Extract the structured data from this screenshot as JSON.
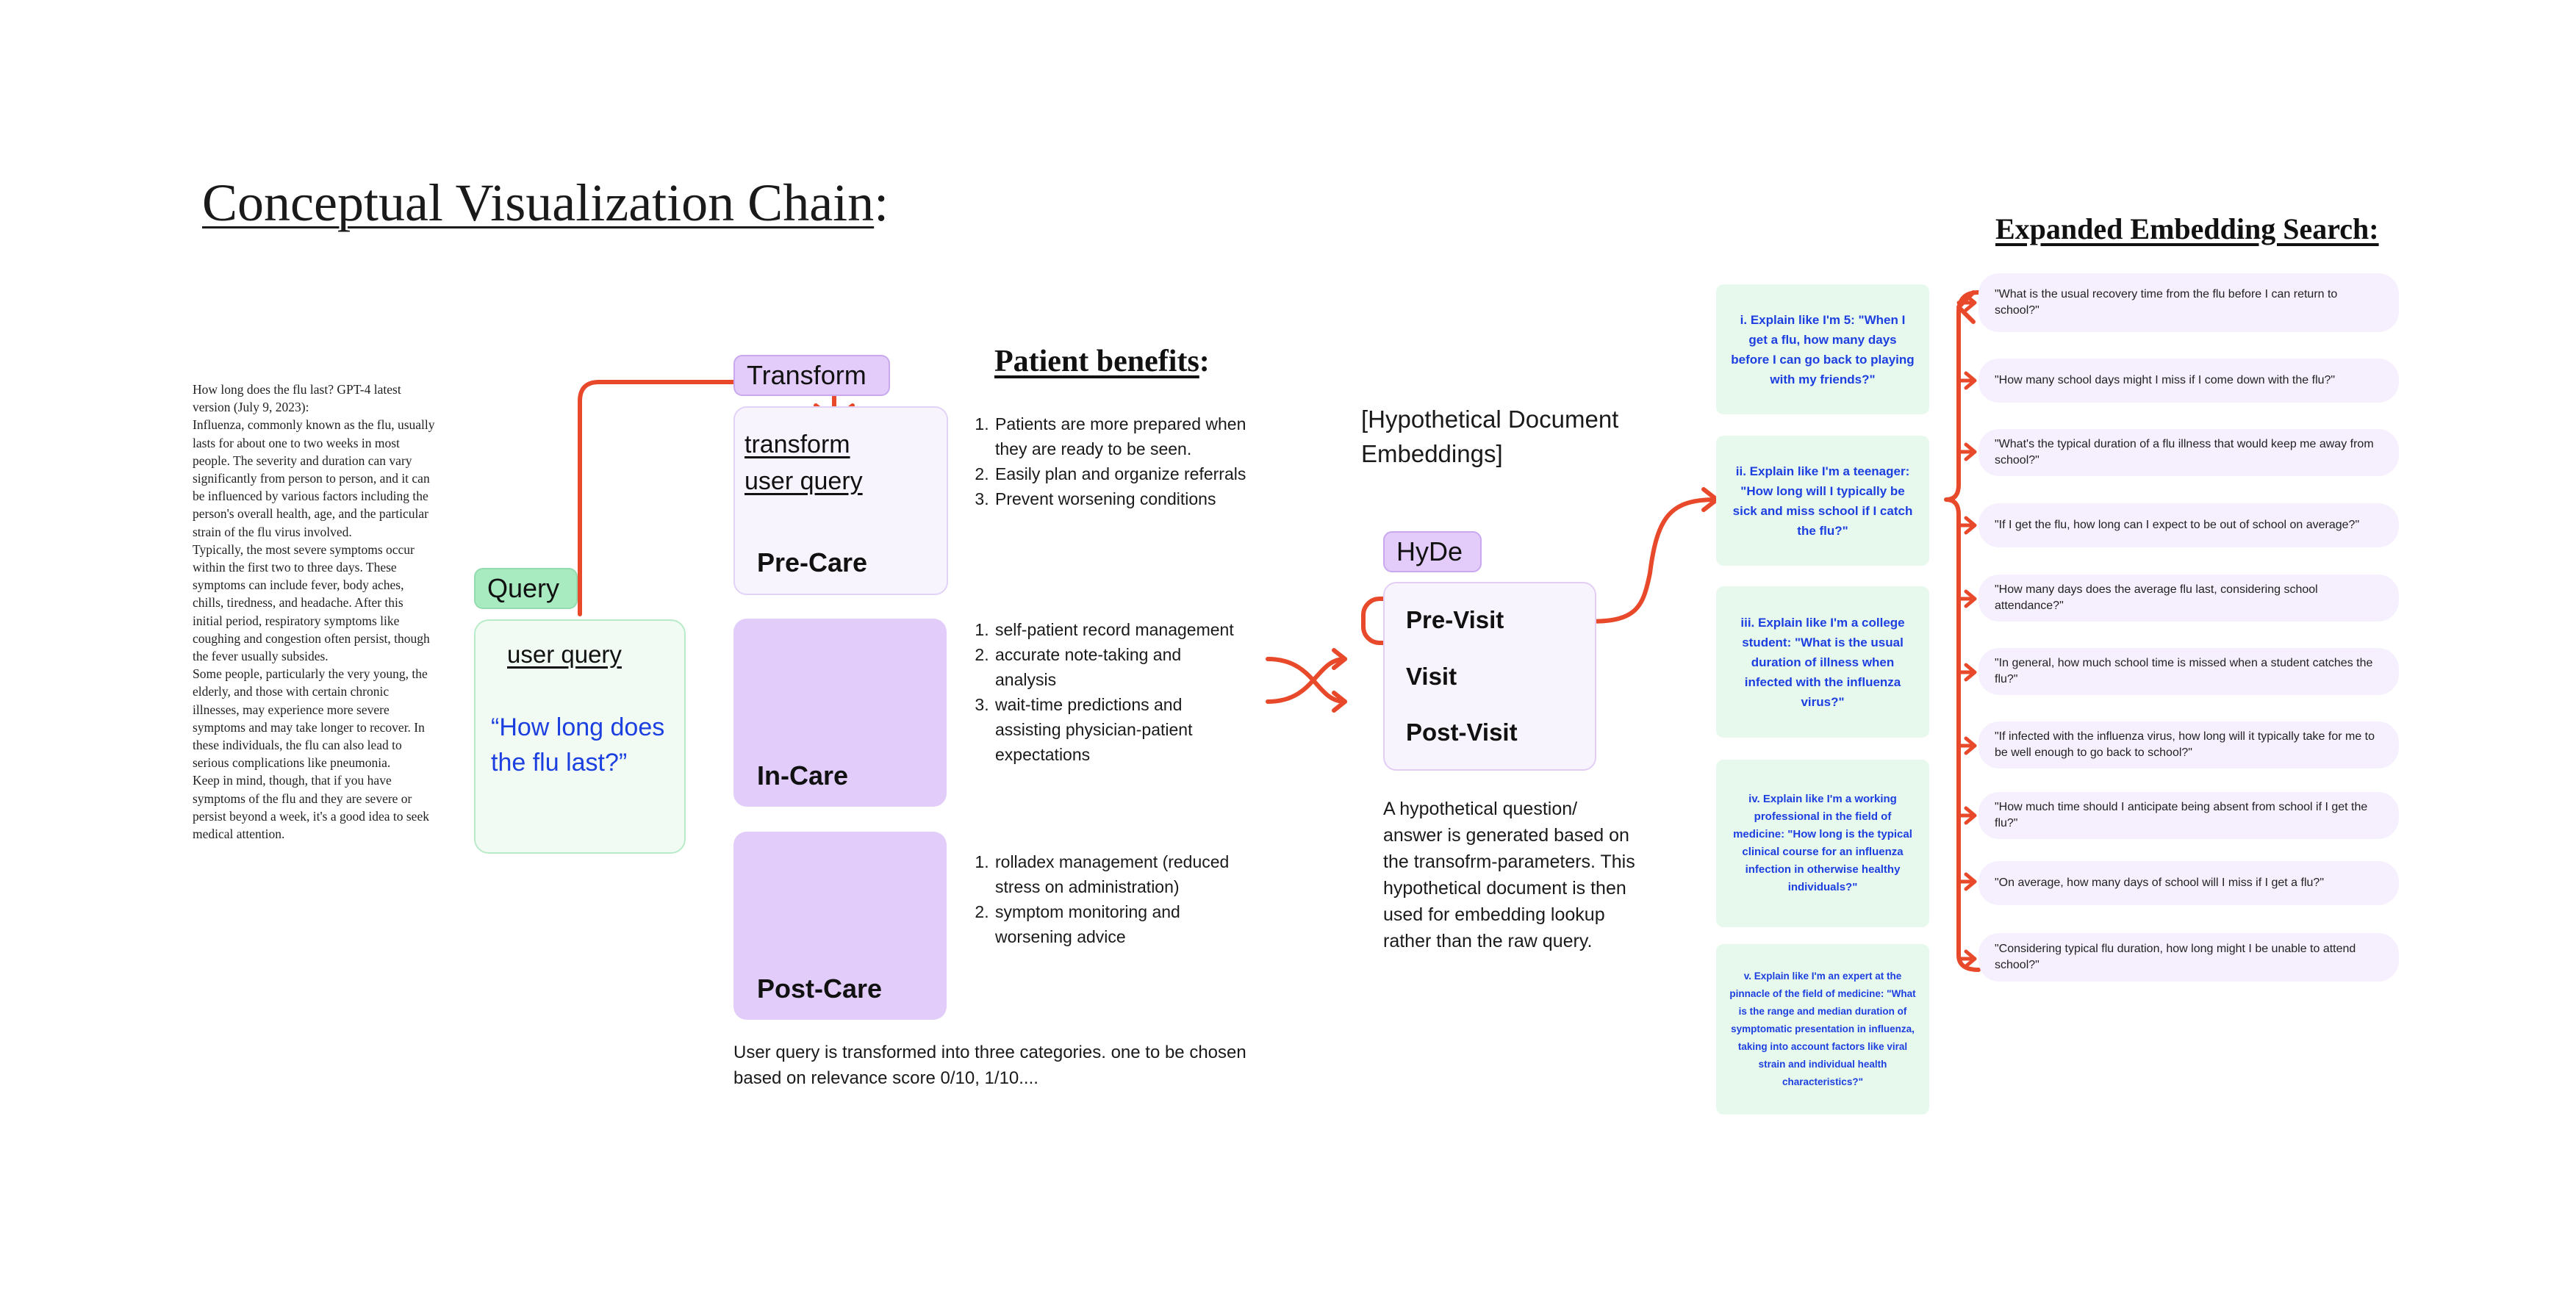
{
  "title": {
    "main": "Conceptual Visualization Chain",
    "colon": ":"
  },
  "sidebar": {
    "paragraphs": [
      "How long does the flu last? GPT-4 latest version (July 9, 2023):",
      "Influenza, commonly known as the flu, usually lasts for about one to two weeks in most people. The severity and duration can vary significantly from person to person, and it can be influenced by various factors including the person's overall health, age, and the particular strain of the flu virus involved.",
      "Typically, the most severe symptoms occur within the first two to three days. These symptoms can include fever, body aches, chills, tiredness, and headache. After this initial period, respiratory symptoms like coughing and congestion often persist, though the fever usually subsides.",
      "Some people, particularly the very young, the elderly, and those with certain chronic illnesses, may experience more severe symptoms and may take longer to recover. In these individuals, the flu can also lead to serious complications like pneumonia.",
      "Keep in mind, though, that if you have symptoms of the flu and they are severe or persist beyond a week, it's a good idea to seek medical attention."
    ]
  },
  "query": {
    "tag": "Query",
    "label": "user query",
    "text": "“How long does the flu last?”"
  },
  "transform": {
    "tag": "Transform",
    "label_line1": "transform",
    "label_line2": "user query",
    "categories": [
      "Pre-Care",
      "In-Care",
      "Post-Care"
    ],
    "footnote": "User query is transformed into three categories. one to be chosen based on relevance score 0/10, 1/10...."
  },
  "benefits": {
    "title": "Patient benefits",
    "colon": ":",
    "precare": [
      "Patients are more prepared when they are ready to be seen.",
      "Easily plan and organize referrals",
      "Prevent worsening conditions"
    ],
    "incare": [
      "self-patient record management",
      "accurate note-taking and analysis",
      "wait-time predictions and assisting physician-patient expectations"
    ],
    "postcare": [
      "rolladex management (reduced stress on administration)",
      "symptom monitoring and worsening advice"
    ]
  },
  "hyde": {
    "caption": "[Hypothetical Document Embeddings]",
    "tag": "HyDe",
    "visits": [
      "Pre-Visit",
      "Visit",
      "Post-Visit"
    ],
    "description": "A hypothetical question/ answer is generated based on the transofrm-parameters. This hypothetical document is then used for embedding lookup rather than the raw query."
  },
  "personas": [
    "i. Explain like I'm 5: \"When I get a flu, how many days before I can go back to playing with my friends?\"",
    "ii. Explain like I'm a teenager: \"How long will I typically be sick and miss school if I catch the flu?\"",
    "iii. Explain like I'm a college student: \"What is the usual duration of illness when infected with the influenza virus?\"",
    "iv. Explain like I'm a working professional in the field of medicine: \"How long is the typical clinical course for an influenza infection in otherwise healthy individuals?\"",
    "v. Explain like I'm an expert at the pinnacle of the field of medicine: \"What is the range and median duration of symptomatic presentation in influenza, taking into account factors like viral strain and individual health characteristics?\""
  ],
  "expanded": {
    "title": "Expanded Embedding Search:",
    "queries": [
      "\"What is the usual recovery time from the flu before I can return to school?\"",
      "\"How many school days might I miss if I come down with the flu?\"",
      "\"What's the typical duration of a flu illness that would keep me away from school?\"",
      "\"If I get the flu, how long can I expect to be out of school on average?\"",
      "\"How many days does the average flu last, considering school attendance?\"",
      "\"In general, how much school time is missed when a student catches the flu?\"",
      "\"If infected with the influenza virus, how long will it typically take for me to be well enough to go back to school?\"",
      "\"How much time should I anticipate being absent from school if I get the flu?\"",
      "\"On average, how many days of school will I miss if I get a flu?\"",
      "\"Considering typical flu duration, how long might I be unable to attend school?\""
    ]
  },
  "colors": {
    "accent": "#e8492a",
    "query_blue": "#1c3fe0",
    "purple": "#e2cdfa",
    "green": "#e7f9ed"
  }
}
